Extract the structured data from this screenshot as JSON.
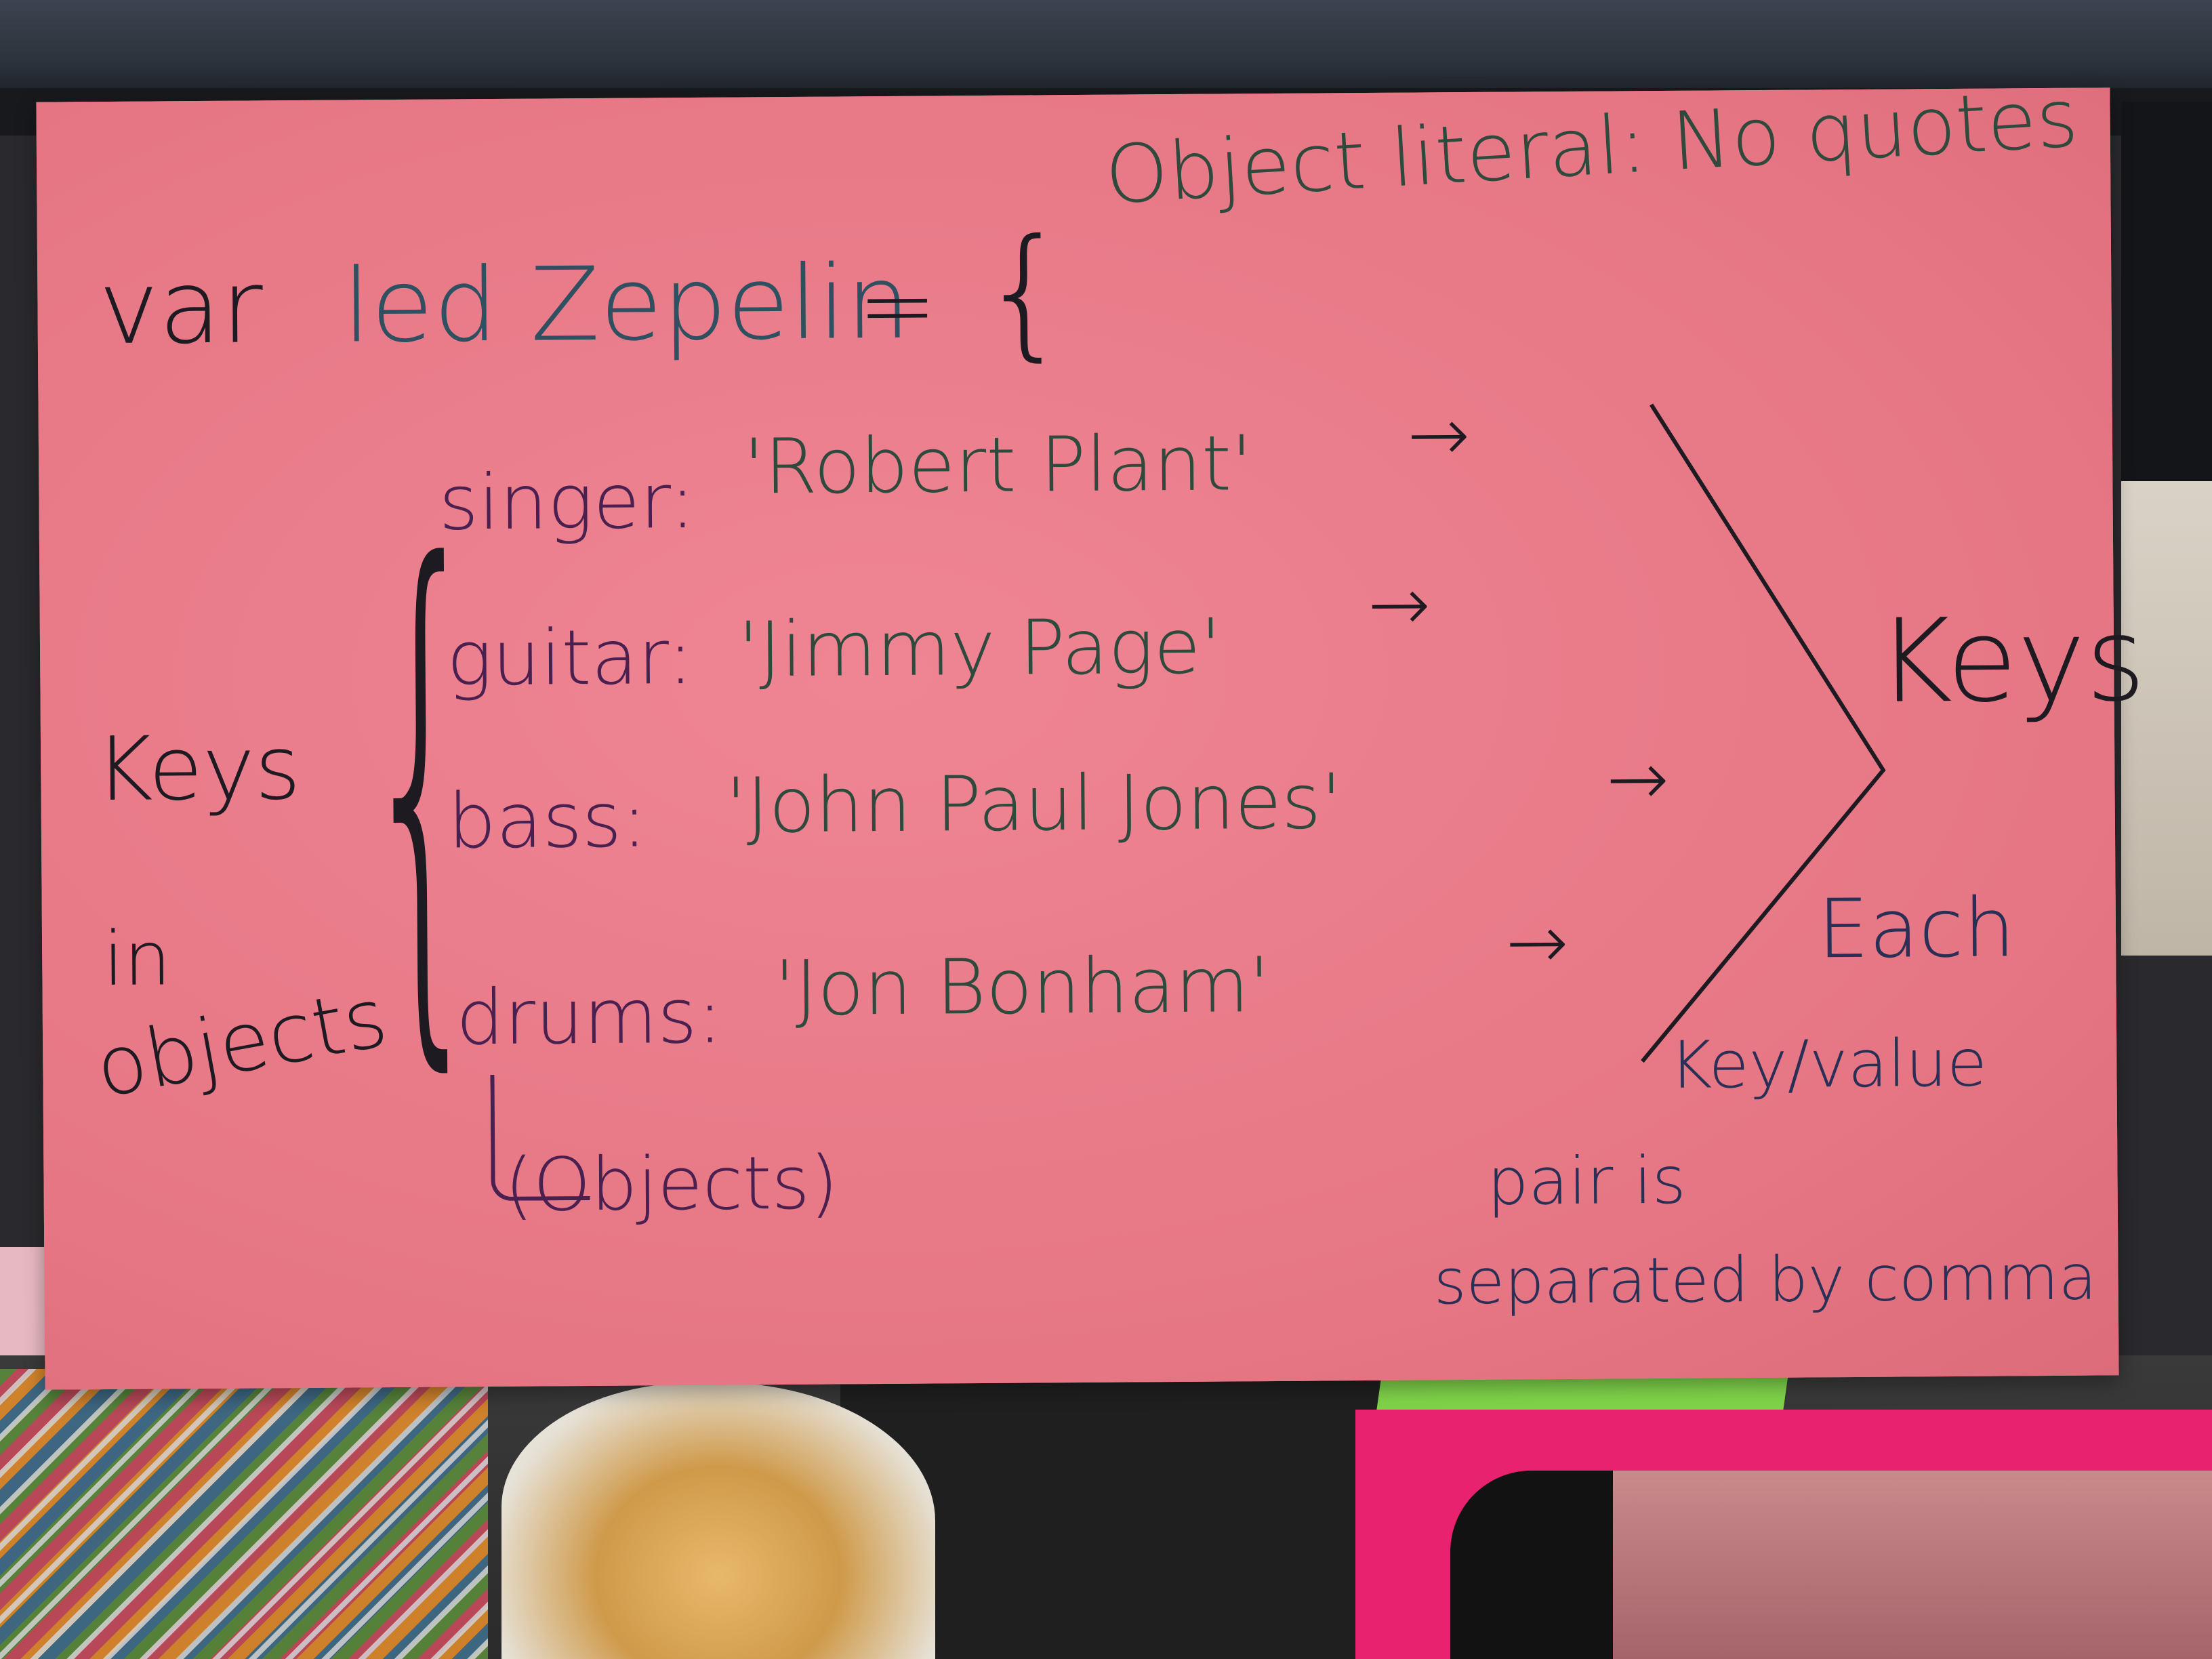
{
  "card": {
    "code": {
      "var_keyword": "var",
      "var_name": "led Zepelin",
      "equals": "=",
      "open_brace": "{"
    },
    "note_top": "Object literal: No quotes",
    "rows": [
      {
        "key": "singer:",
        "value": "'Robert Plant'",
        "arrow": "→"
      },
      {
        "key": "guitar:",
        "value": "'Jimmy Page'",
        "arrow": "→"
      },
      {
        "key": "bass:",
        "value": "'John Paul Jones'",
        "arrow": "→"
      },
      {
        "key": "drums:",
        "value": "'Jon Bonham'",
        "arrow": "→"
      }
    ],
    "left_label": {
      "line1": "Keys",
      "line2": "in",
      "line3": "objects",
      "brace": "{"
    },
    "objects_note": "(Objects)",
    "right_label": "Keys",
    "comma_note": {
      "line1": "Each",
      "line2": "Key/value",
      "line3": "pair is",
      "line4": "separated by comma"
    }
  },
  "colors": {
    "card": "#e87b88",
    "ink_black": "#1e1a22",
    "ink_green": "#2f4a3c",
    "ink_purple": "#4a2050",
    "ink_navy": "#2a2f55"
  }
}
